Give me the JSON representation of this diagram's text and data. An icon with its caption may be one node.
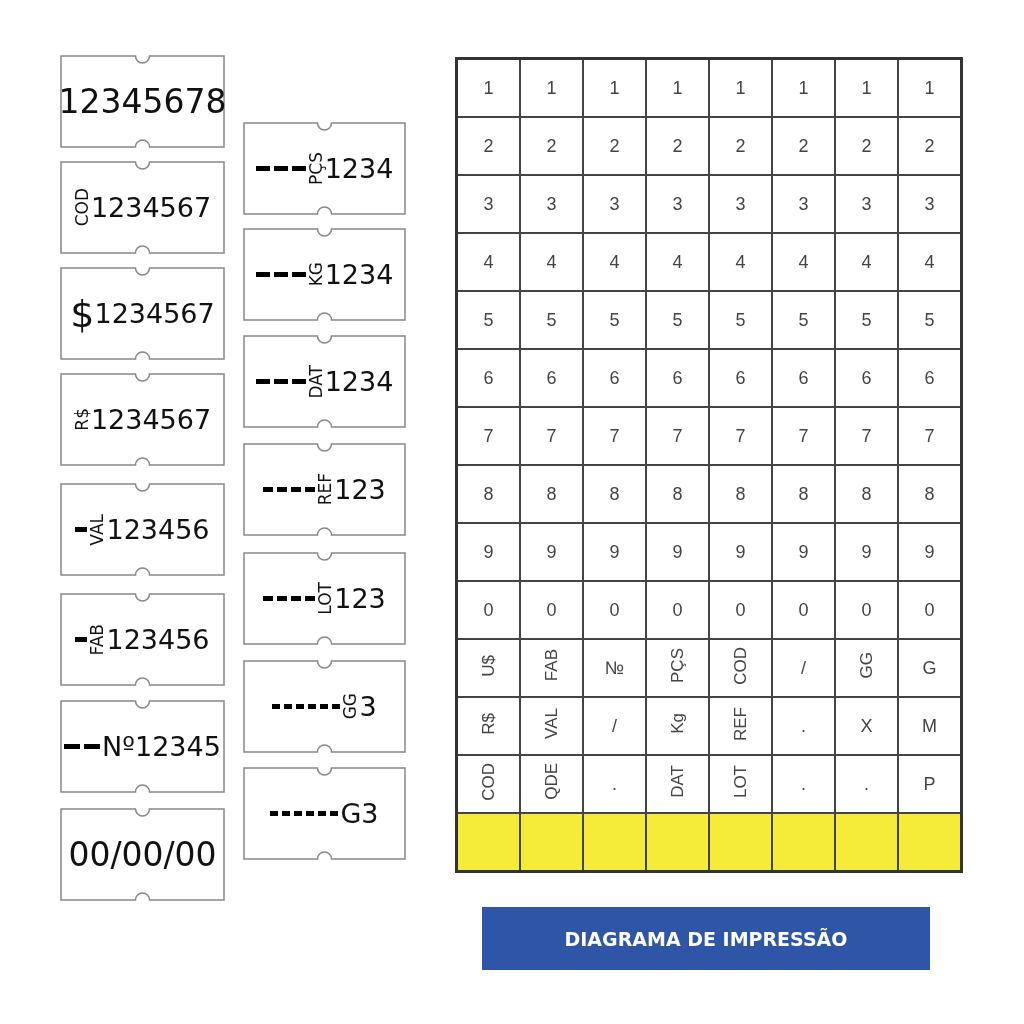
{
  "diagram": {
    "title": "DIAGRAMA DE IMPRESSÃO",
    "nodes": [
      {
        "text": [
          "12345678"
        ]
      },
      {
        "text": [
          "COD",
          "1234567"
        ]
      },
      {
        "text": [
          "$",
          "1234567"
        ]
      },
      {
        "text": [
          "R$",
          "1234567"
        ]
      },
      {
        "text": [
          "VAL",
          "123456"
        ]
      },
      {
        "text": [
          "FAB",
          "123456"
        ]
      },
      {
        "text": [
          "Nº12345"
        ]
      },
      {
        "text": [
          "00/00/00"
        ]
      },
      {
        "text": [
          "PÇS",
          "1234"
        ]
      },
      {
        "text": [
          "KG",
          "1234"
        ]
      },
      {
        "text": [
          "DAT",
          "1234"
        ]
      },
      {
        "text": [
          "REF",
          "123"
        ]
      },
      {
        "text": [
          "LOT",
          "123"
        ]
      },
      {
        "text": [
          "GG",
          "3"
        ]
      },
      {
        "text": [
          "G3"
        ]
      }
    ],
    "labels": [
      "1",
      "1",
      "1",
      "1",
      "1",
      "1",
      "1",
      "1",
      "2",
      "2",
      "2",
      "2",
      "2",
      "2",
      "2",
      "2",
      "3",
      "3",
      "3",
      "3",
      "3",
      "3",
      "3",
      "3",
      "4",
      "4",
      "4",
      "4",
      "4",
      "4",
      "4",
      "4",
      "5",
      "5",
      "5",
      "5",
      "5",
      "5",
      "5",
      "5",
      "6",
      "6",
      "6",
      "6",
      "6",
      "6",
      "6",
      "6",
      "7",
      "7",
      "7",
      "7",
      "7",
      "7",
      "7",
      "7",
      "8",
      "8",
      "8",
      "8",
      "8",
      "8",
      "8",
      "8",
      "9",
      "9",
      "9",
      "9",
      "9",
      "9",
      "9",
      "9",
      "0",
      "0",
      "0",
      "0",
      "0",
      "0",
      "0",
      "0",
      "U$",
      "FAB",
      "№",
      "PÇS",
      "COD",
      "/",
      "GG",
      "G",
      "R$",
      "VAL",
      "/",
      "Kg",
      "REF",
      ".",
      "X",
      "M",
      "COD",
      "QDE",
      ".",
      "DAT",
      "LOT",
      ".",
      ".",
      "P"
    ]
  }
}
